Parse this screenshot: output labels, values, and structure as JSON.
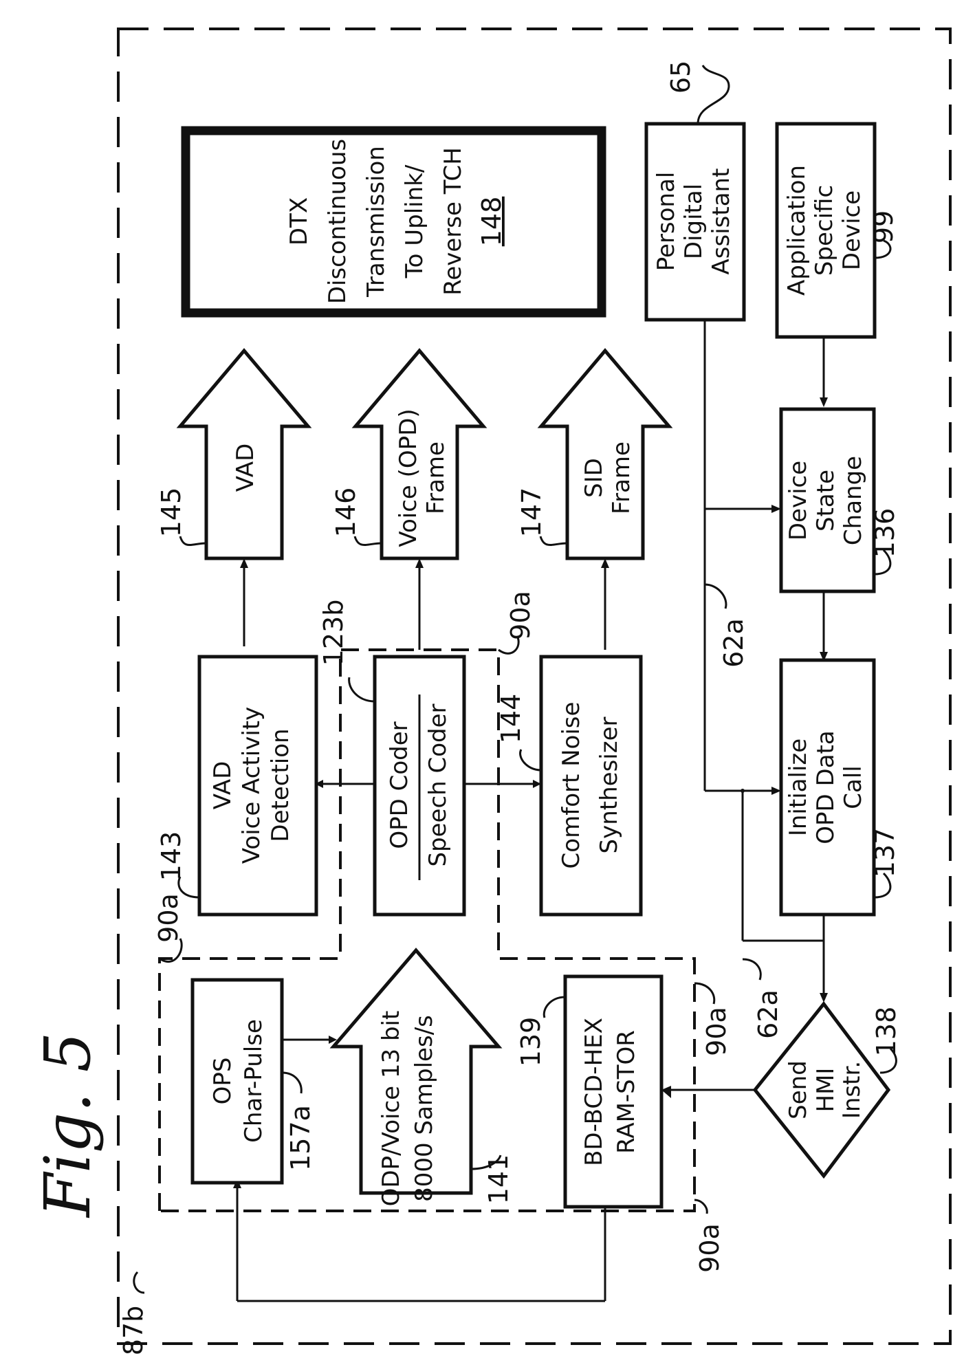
{
  "figure": {
    "title": "Fig. 5",
    "ref": "87b"
  },
  "dtx_box": {
    "lines": [
      "DTX",
      "Discontinuous",
      "Transmission",
      "To Uplink/",
      "Reverse TCH"
    ],
    "ref": "148"
  },
  "pda_box": {
    "lines": [
      "Personal",
      "Digital",
      "Assistant"
    ],
    "ref": "65"
  },
  "asd_box": {
    "lines": [
      "Application",
      "Specific",
      "Device"
    ],
    "ref": "99"
  },
  "vad_arrow": {
    "lines": [
      "VAD"
    ],
    "ref": "145"
  },
  "voice_frame_arrow": {
    "lines": [
      "Voice (OPD)",
      "Frame"
    ],
    "ref": "146"
  },
  "sid_frame_arrow": {
    "lines": [
      "SID",
      "Frame"
    ],
    "ref": "147"
  },
  "device_state_box": {
    "lines": [
      "Device",
      "State",
      "Change"
    ],
    "ref": "136"
  },
  "vad_detection_box": {
    "lines": [
      "VAD",
      "Voice Activity",
      "Detection"
    ],
    "ref": "143"
  },
  "opd_coder_box": {
    "lines": [
      "OPD Coder",
      "Speech Coder"
    ],
    "ref": "123b"
  },
  "comfort_noise_box": {
    "lines": [
      "Comfort Noise",
      "Synthesizer"
    ],
    "ref": "144"
  },
  "init_call_box": {
    "lines": [
      "Initialize",
      "OPD Data",
      "Call"
    ],
    "ref": "137"
  },
  "ops_box": {
    "lines": [
      "OPS",
      "Char-Pulse"
    ],
    "ref": "157a"
  },
  "odp_arrow": {
    "lines": [
      "ODP/Voice 13 bit",
      "8000 Samples/s"
    ],
    "ref": "141"
  },
  "bd_box": {
    "lines": [
      "BD-BCD-HEX",
      "RAM-STOR"
    ],
    "ref": "139"
  },
  "send_hmi": {
    "lines": [
      "Send",
      "HMI",
      "Instr."
    ],
    "ref": "138"
  },
  "bus_refs": {
    "upper": "62a",
    "lower": "62a"
  },
  "region_refs": {
    "top_right": "90a",
    "top_left": "90a",
    "mid_right": "90a",
    "lower_right": "90a",
    "bottom_left": "90a"
  }
}
